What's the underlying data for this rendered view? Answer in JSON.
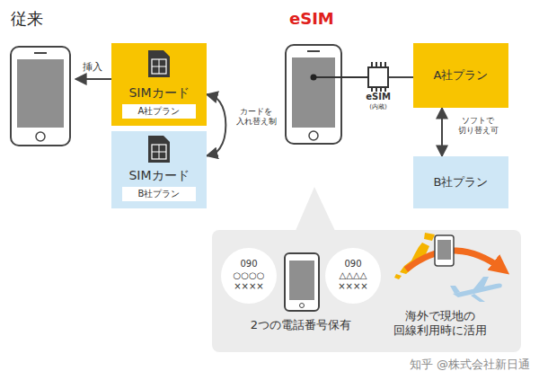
{
  "diagram": {
    "nodes": [
      {
        "text": [
          "SIMカード"
        ]
      },
      {
        "text": [
          "A社プラン"
        ],
        "in": 0
      },
      {
        "text": [
          "SIMカード"
        ]
      },
      {
        "text": [
          "B社プラン"
        ],
        "in": 2
      },
      {
        "text": [
          "eSIM",
          "(内蔵)"
        ]
      },
      {
        "text": [
          "A社プラン"
        ]
      },
      {
        "text": [
          "B社プラン"
        ]
      },
      {
        "text": [
          "2つの電話番号保有",
          "海外で現地の 回線利用時に活用"
        ]
      },
      {
        "text": [
          "090",
          "○○○○ ××××"
        ],
        "in": 7
      },
      {
        "text": [
          "090",
          "△△△△ ××××"
        ],
        "in": 7
      }
    ],
    "edges": [
      {
        "from": 0,
        "to": 2,
        "arrow": "both",
        "label": "カードを 入れ替え制"
      },
      {
        "from": 4,
        "to": 5,
        "arrow": "none"
      },
      {
        "from": 5,
        "to": 6,
        "arrow": "both",
        "label": "ソフトで 切り替え可"
      }
    ],
    "labels": [
      "従来",
      "挿入",
      "eSIM",
      "知乎 @株式会社新日通"
    ]
  }
}
